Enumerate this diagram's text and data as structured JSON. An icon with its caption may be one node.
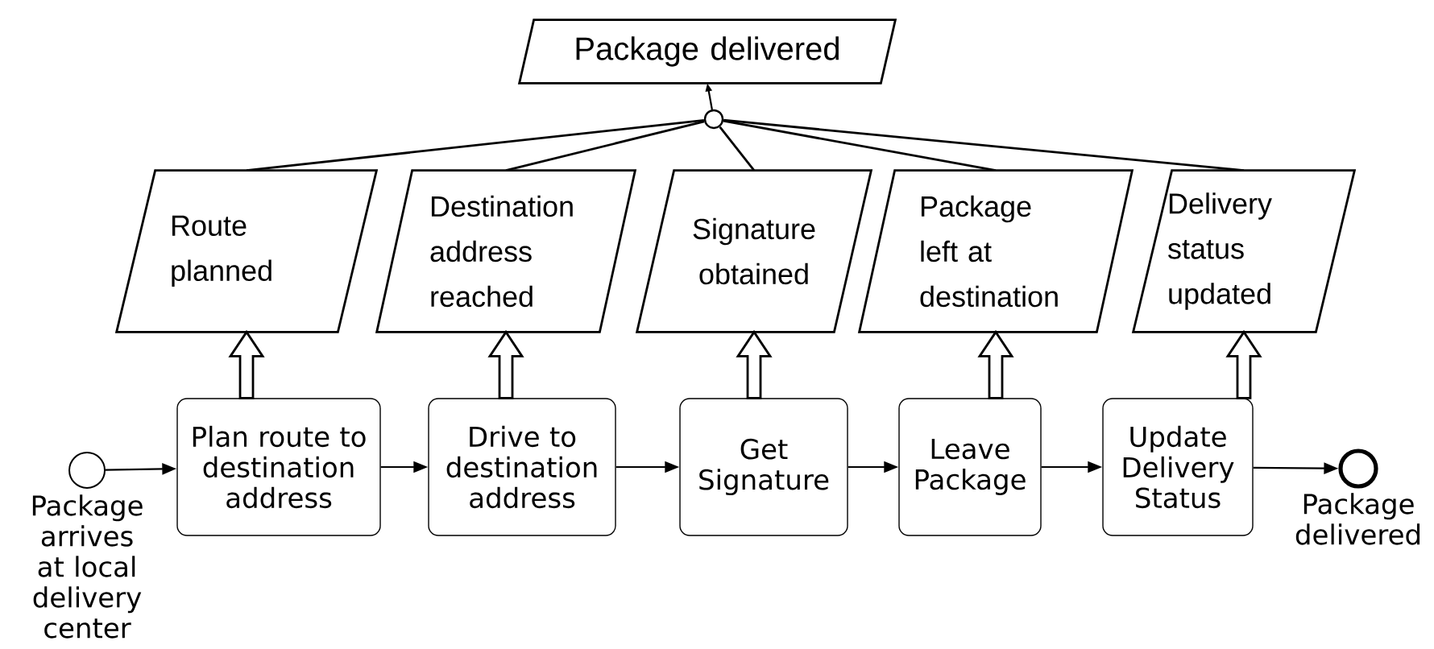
{
  "diagram": {
    "nodes": [
      {
        "text": [],
        "shape": "circle",
        "beside": [
          "Package arrives at local delivery center"
        ]
      },
      {
        "text": [
          "Plan route to destination address"
        ]
      },
      {
        "text": [
          "Drive to destination address"
        ]
      },
      {
        "text": [
          "Get Signature"
        ]
      },
      {
        "text": [
          "Leave Package"
        ]
      },
      {
        "text": [
          "Update Delivery Status"
        ]
      },
      {
        "text": [],
        "shape": "circle",
        "beside": [
          "Package delivered"
        ]
      },
      {
        "text": [
          "Route planned"
        ]
      },
      {
        "text": [
          "Destination address reached"
        ]
      },
      {
        "text": [
          "Signature obtained"
        ]
      },
      {
        "text": [
          "Package left at destination"
        ]
      },
      {
        "text": [
          "Delivery status updated"
        ]
      },
      {
        "text": [],
        "shape": "circle"
      },
      {
        "text": [
          "Package delivered"
        ]
      }
    ],
    "edges": [
      {
        "from": 0,
        "to": 1,
        "arrow": "to"
      },
      {
        "from": 1,
        "to": 2,
        "arrow": "to"
      },
      {
        "from": 2,
        "to": 3,
        "arrow": "to"
      },
      {
        "from": 3,
        "to": 4,
        "arrow": "to"
      },
      {
        "from": 4,
        "to": 5,
        "arrow": "to"
      },
      {
        "from": 5,
        "to": 6,
        "arrow": "to"
      },
      {
        "from": 1,
        "to": 7,
        "arrow": "to",
        "style": "thick"
      },
      {
        "from": 2,
        "to": 8,
        "arrow": "to",
        "style": "thick"
      },
      {
        "from": 3,
        "to": 9,
        "arrow": "to",
        "style": "thick"
      },
      {
        "from": 4,
        "to": 10,
        "arrow": "to",
        "style": "thick"
      },
      {
        "from": 5,
        "to": 11,
        "arrow": "to",
        "style": "thick"
      },
      {
        "from": 7,
        "to": 12,
        "arrow": "none"
      },
      {
        "from": 8,
        "to": 12,
        "arrow": "none"
      },
      {
        "from": 9,
        "to": 12,
        "arrow": "none"
      },
      {
        "from": 10,
        "to": 12,
        "arrow": "none"
      },
      {
        "from": 11,
        "to": 12,
        "arrow": "none"
      },
      {
        "from": 12,
        "to": 13,
        "arrow": "to"
      }
    ]
  }
}
